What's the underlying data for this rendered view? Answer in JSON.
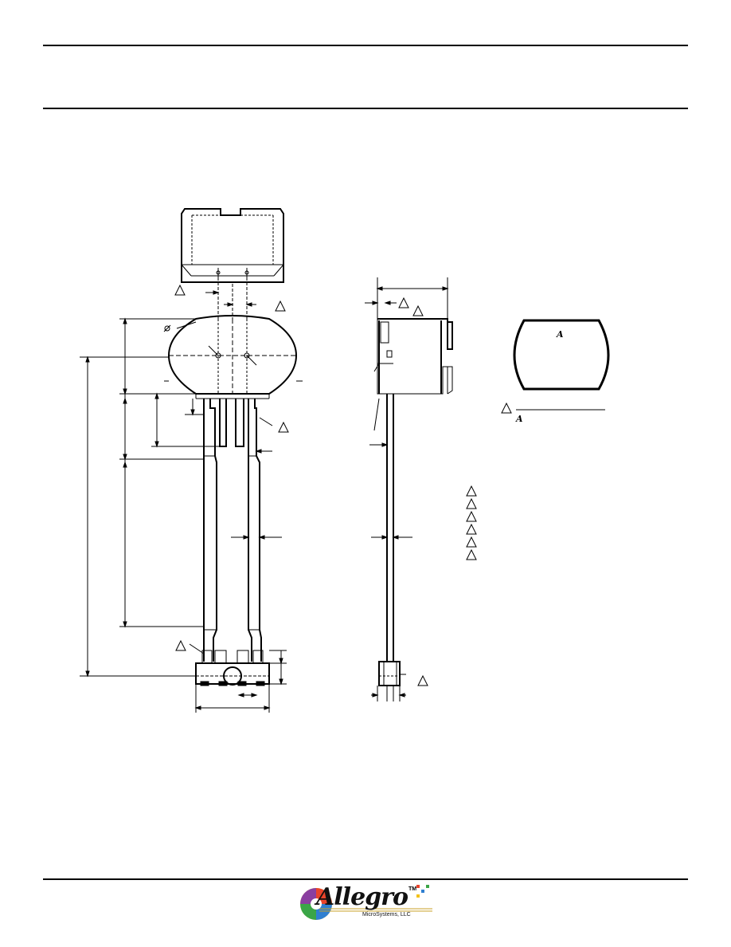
{
  "page": {
    "side_note_symbol": "A",
    "logo": {
      "word": "Allegro",
      "trademark": "TM",
      "subtitle": "MicroSystems, LLC"
    },
    "callout_marker_count": 14
  }
}
